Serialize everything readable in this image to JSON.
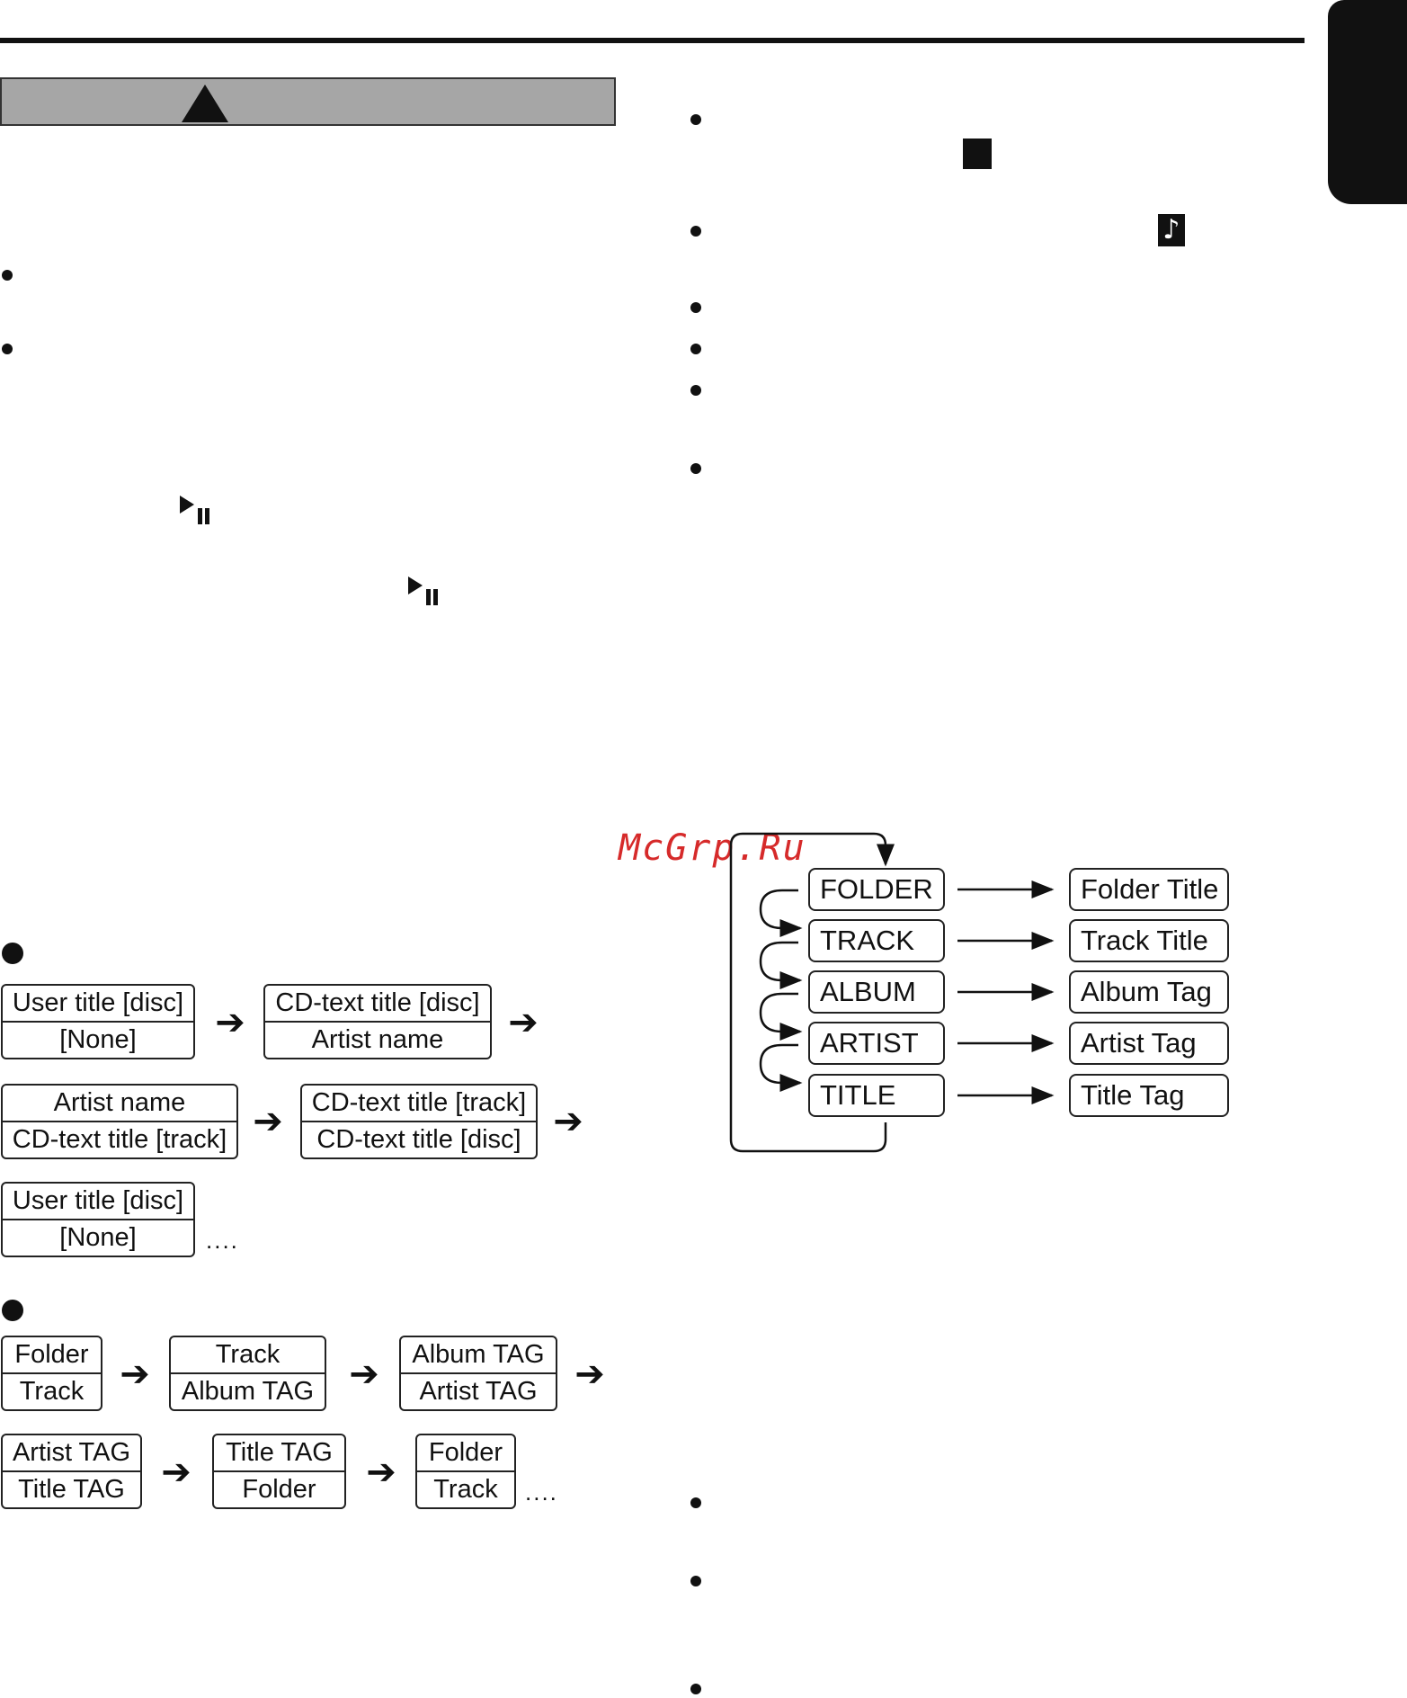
{
  "header": {
    "rule": true,
    "side_tab": true
  },
  "caution": {
    "icon": "warning-triangle-icon"
  },
  "icons": {
    "play_pause": "play-pause-icon",
    "stop": "stop-square-icon",
    "note": "music-note-icon"
  },
  "note_glyph": "♪",
  "watermark": "McGrp.Ru",
  "cd_sequence": {
    "row1": [
      {
        "top": "User title [disc]",
        "bottom": "[None]"
      },
      {
        "top": "CD-text title [disc]",
        "bottom": "Artist name"
      }
    ],
    "row2": [
      {
        "top": "Artist name",
        "bottom": "CD-text title [track]"
      },
      {
        "top": "CD-text title [track]",
        "bottom": "CD-text title [disc]"
      }
    ],
    "row3": [
      {
        "top": "User title [disc]",
        "bottom": "[None]"
      }
    ],
    "ellipsis": "...."
  },
  "mp3_sequence": {
    "row1": [
      {
        "top": "Folder",
        "bottom": "Track"
      },
      {
        "top": "Track",
        "bottom": "Album TAG"
      },
      {
        "top": "Album TAG",
        "bottom": "Artist TAG"
      }
    ],
    "row2": [
      {
        "top": "Artist TAG",
        "bottom": "Title TAG"
      },
      {
        "top": "Title TAG",
        "bottom": "Folder"
      },
      {
        "top": "Folder",
        "bottom": "Track"
      }
    ],
    "ellipsis": "...."
  },
  "arrow_glyph": "➔",
  "mode_flow": {
    "modes": [
      "FOLDER",
      "TRACK",
      "ALBUM",
      "ARTIST",
      "TITLE"
    ],
    "results": [
      "Folder Title",
      "Track Title",
      "Album Tag",
      "Artist Tag",
      "Title Tag"
    ]
  }
}
